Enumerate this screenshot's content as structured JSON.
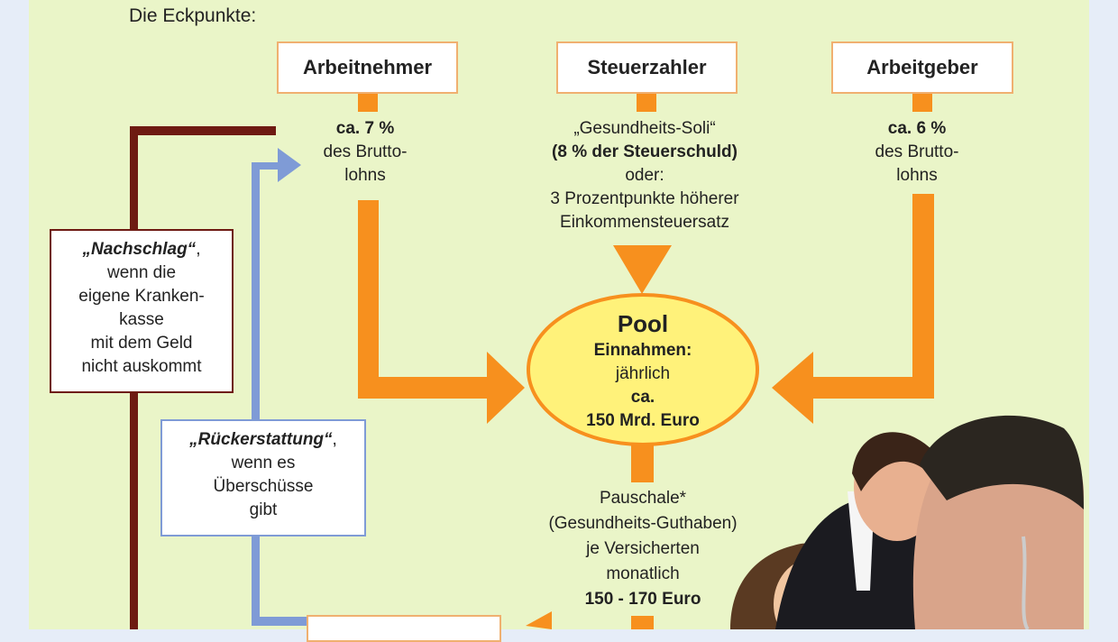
{
  "heading": "Die Eckpunkte:",
  "sources": [
    {
      "label": "Arbeitnehmer",
      "lines": [
        "ca. 7 %",
        "des Brutto-",
        "lohns"
      ]
    },
    {
      "label": "Steuerzahler",
      "lines": [
        "„Gesundheits-Soli“",
        "(8 % der Steuerschuld)",
        "oder:",
        "3 Prozentpunkte höherer",
        "Einkommensteuersatz"
      ]
    },
    {
      "label": "Arbeitgeber",
      "lines": [
        "ca. 6 %",
        "des Brutto-",
        "lohns"
      ]
    }
  ],
  "pool": {
    "title": "Pool",
    "lines": [
      "Einnahmen:",
      "jährlich",
      "ca.",
      "150 Mrd. Euro"
    ]
  },
  "pauschale": {
    "lines": [
      "Pauschale*",
      "(Gesundheits-Guthaben)",
      "je Versicherten",
      "monatlich",
      "150 - 170 Euro"
    ]
  },
  "nachschlag": {
    "title": "„Nachschlag“",
    "lines": [
      "wenn die",
      "eigene Kranken-",
      "kasse",
      "mit dem Geld",
      "nicht auskommt"
    ]
  },
  "rueckerstattung": {
    "title": "„Rückerstattung“",
    "lines": [
      "wenn es",
      "Überschüsse",
      "gibt"
    ]
  },
  "colors": {
    "orange": "#f7901e",
    "brown": "#6e1a12",
    "blue": "#7f9bd6",
    "background": "#eaf5c8",
    "pool": "#fff27a"
  }
}
